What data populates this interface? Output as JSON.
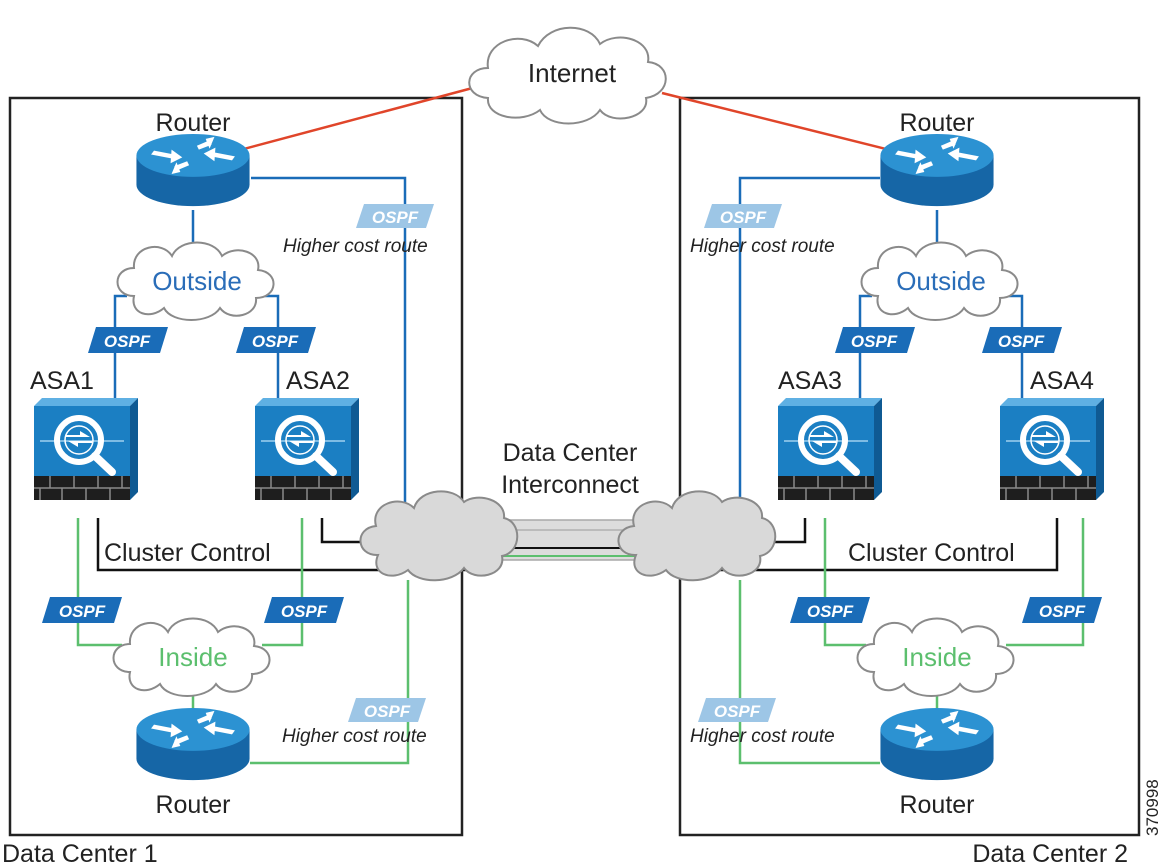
{
  "labels": {
    "internet": "Internet",
    "router": "Router",
    "outside": "Outside",
    "inside": "Inside",
    "ospf": "OSPF",
    "higher_cost_route": "Higher cost route",
    "asa1": "ASA1",
    "asa2": "ASA2",
    "asa3": "ASA3",
    "asa4": "ASA4",
    "dci_line1": "Data Center",
    "dci_line2": "Interconnect",
    "cluster_control": "Cluster Control",
    "dc1": "Data Center 1",
    "dc2": "Data Center 2",
    "figure_id": "370998"
  },
  "colors": {
    "internet_link": "#e0452a",
    "outside_link": "#1a6cb8",
    "inside_link": "#5cbf6e",
    "control_link": "#111111",
    "router_blue": "#1a7ec2",
    "asa_blue": "#1a7ec2",
    "ospf_dark": "#1a6cb8",
    "ospf_light": "#9dc6e6",
    "outside_text": "#2a6db8",
    "inside_text": "#5cbf6e"
  }
}
